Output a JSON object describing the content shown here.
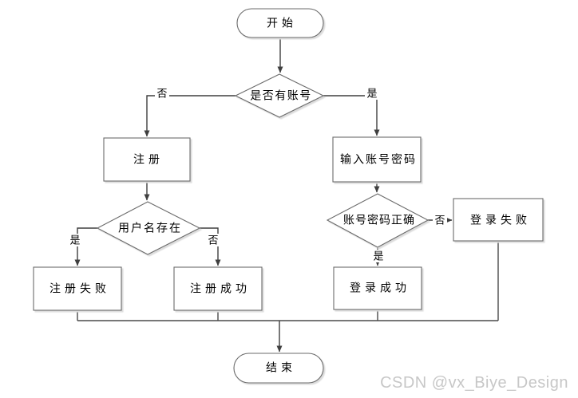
{
  "colors": {
    "background": "#ffffff",
    "connector_line": "#3f3f3f",
    "shape_border": "#6b6b6b",
    "shape_fill": "#ffffff",
    "text": "#000000",
    "watermark": "#c7c7c7"
  },
  "flowchart": {
    "nodes": {
      "start": "开始",
      "has_account": "是否有账号",
      "register": "注册",
      "enter_credentials": "输入账号密码",
      "username_exists": "用户名存在",
      "register_fail": "注册失败",
      "register_success": "注册成功",
      "password_correct": "账号密码正确",
      "login_fail": "登录失败",
      "login_success": "登录成功",
      "end": "结束"
    },
    "edge_labels": {
      "has_account_no": "否",
      "has_account_yes": "是",
      "username_exists_yes": "是",
      "username_exists_no": "否",
      "password_correct_no": "否",
      "password_correct_yes": "是"
    }
  },
  "watermark": {
    "text": "CSDN @vx_Biye_Design"
  }
}
